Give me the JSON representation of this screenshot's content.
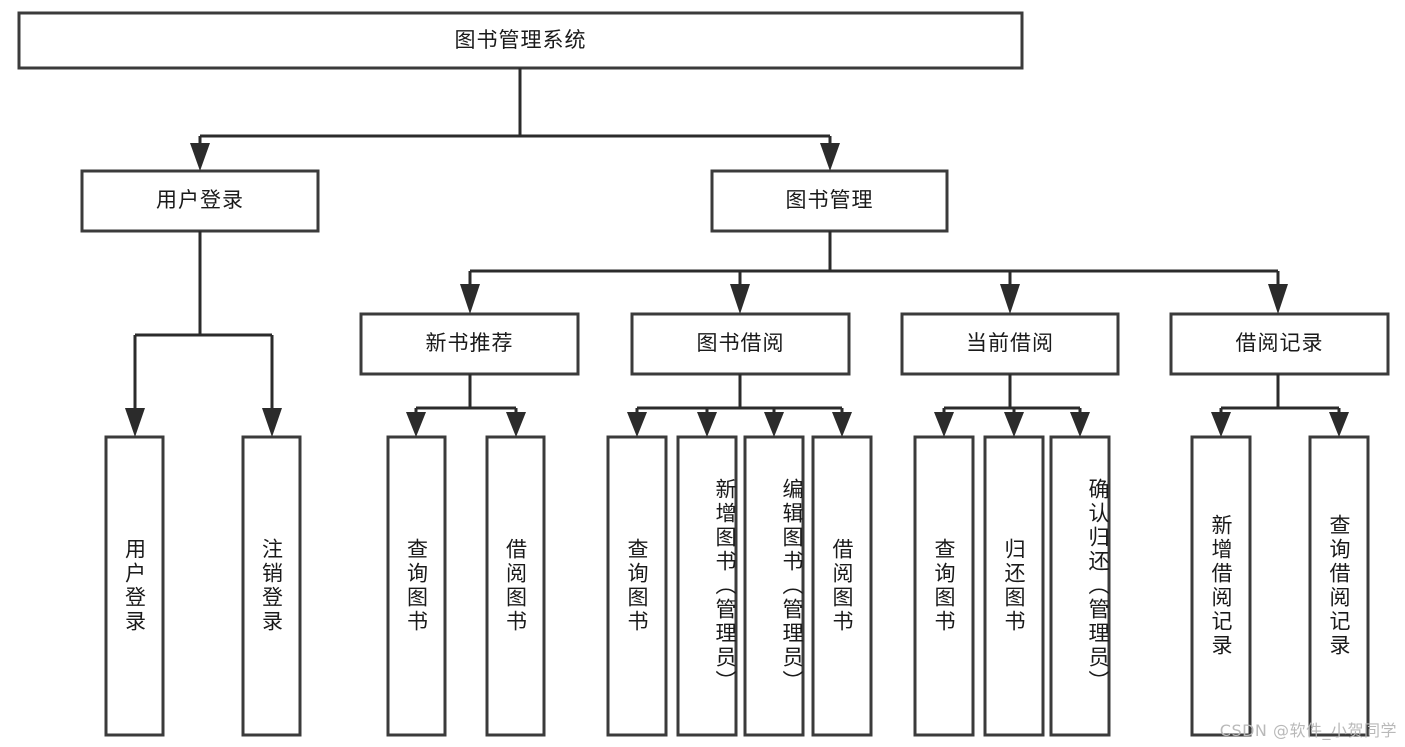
{
  "diagram": {
    "title": "图书管理系统",
    "type": "hierarchy-tree",
    "watermark": "CSDN @软件_小贺同学",
    "colors": {
      "box_stroke": "#3b3b3b",
      "box_fill": "#ffffff",
      "connector": "#2b2b2b",
      "text": "#1a1a1a",
      "watermark": "#b9b9b9",
      "background": "#ffffff"
    },
    "levels": {
      "root": {
        "label": "图书管理系统"
      },
      "level2": [
        {
          "label": "用户登录"
        },
        {
          "label": "图书管理"
        }
      ],
      "level3": [
        {
          "label": "新书推荐"
        },
        {
          "label": "图书借阅"
        },
        {
          "label": "当前借阅"
        },
        {
          "label": "借阅记录"
        }
      ],
      "leaves": {
        "user_login": [
          {
            "label": "用户登录"
          },
          {
            "label": "注销登录"
          }
        ],
        "new_book_recommend": [
          {
            "label": "查询图书"
          },
          {
            "label": "借阅图书"
          }
        ],
        "book_borrow": [
          {
            "label": "查询图书"
          },
          {
            "label": "新增图书（管理员）"
          },
          {
            "label": "编辑图书（管理员）"
          },
          {
            "label": "借阅图书"
          }
        ],
        "current_borrow": [
          {
            "label": "查询图书"
          },
          {
            "label": "归还图书"
          },
          {
            "label": "确认归还（管理员）"
          }
        ],
        "borrow_record": [
          {
            "label": "新增借阅记录"
          },
          {
            "label": "查询借阅记录"
          }
        ]
      }
    }
  }
}
